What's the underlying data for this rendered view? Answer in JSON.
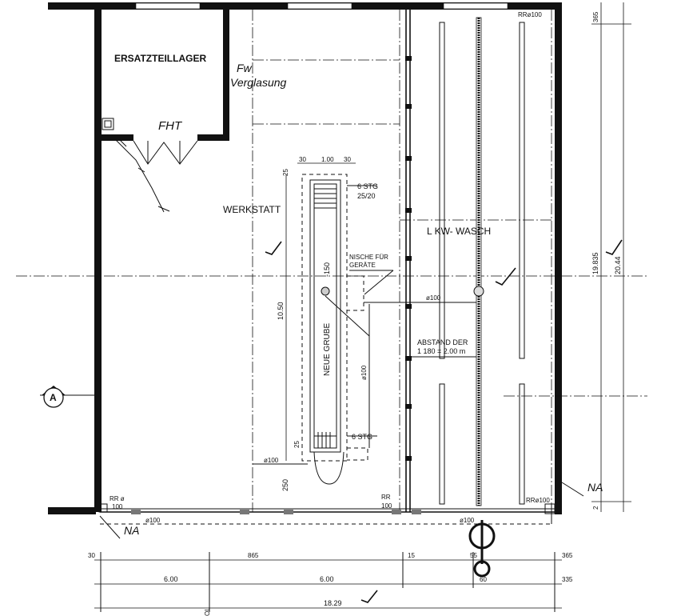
{
  "rooms": {
    "spare_parts": "ERSATZTEILLAGER",
    "fht": "FHT",
    "glazing": "Fw\nVerglasung",
    "workshop": "WERKSTATT",
    "truck_wash": "L KW- WASCH"
  },
  "pit": {
    "label": "NEUE GRUBE",
    "level": "-150",
    "stair_top": "6 STG",
    "stair_top_ratio": "25/20",
    "stair_bottom": "6 STG",
    "niche": "NISCHE FÜR\nGERÄTE",
    "length": "10.50",
    "dim_250": "250",
    "dim_25_top": "25",
    "dim_25_bottom": "25",
    "dim_30": "30",
    "dim_100": "1.00",
    "dim_30b": "30",
    "pipe_100": "ø100"
  },
  "wash": {
    "spacing_line1": "ABSTAND DER",
    "spacing_line2": "1 180 = 2.00 m"
  },
  "pipes": {
    "rr_top": "RRø100",
    "rr_right_bottom": "RRø100",
    "rr_left": "RR ø\n100",
    "rr_mid": "RR\n100",
    "ø100_a": "ø100",
    "ø100_b": "ø100",
    "ø100_c": "ø100",
    "ø100_d": "ø100"
  },
  "section_marker": "A",
  "na_labels": [
    "NA",
    "NA"
  ],
  "dims": {
    "right_365": "365",
    "right_1983": "19.835",
    "right_2044": "20.44",
    "right_2": "2",
    "bottom_30": "30",
    "bottom_865": "865",
    "bottom_15": "15",
    "bottom_55": "55",
    "bottom_365": "365",
    "bottom_600_a": "6.00",
    "bottom_600_b": "6.00",
    "bottom_60": "60",
    "bottom_335": "335",
    "bottom_1829": "18.29",
    "bottom_ol": "OL"
  }
}
